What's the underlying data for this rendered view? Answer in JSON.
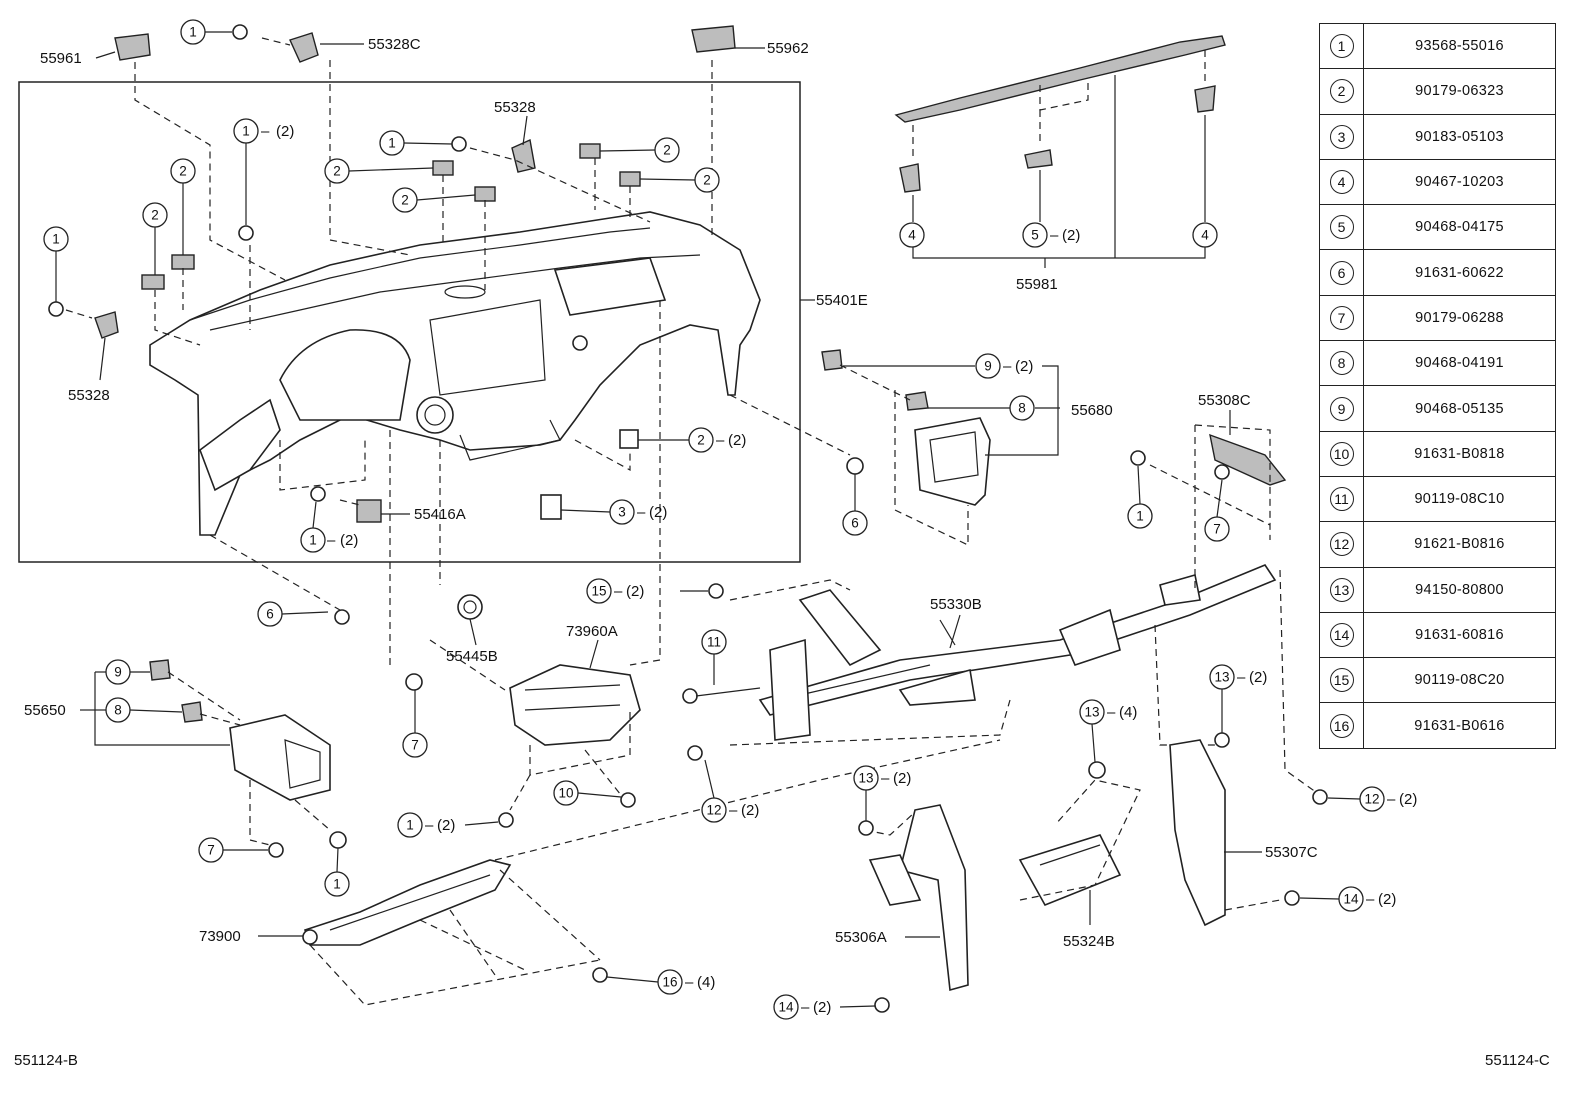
{
  "parts_table": [
    {
      "index": "1",
      "part_no": "93568-55016"
    },
    {
      "index": "2",
      "part_no": "90179-06323"
    },
    {
      "index": "3",
      "part_no": "90183-05103"
    },
    {
      "index": "4",
      "part_no": "90467-10203"
    },
    {
      "index": "5",
      "part_no": "90468-04175"
    },
    {
      "index": "6",
      "part_no": "91631-60622"
    },
    {
      "index": "7",
      "part_no": "90179-06288"
    },
    {
      "index": "8",
      "part_no": "90468-04191"
    },
    {
      "index": "9",
      "part_no": "90468-05135"
    },
    {
      "index": "10",
      "part_no": "91631-B0818"
    },
    {
      "index": "11",
      "part_no": "90119-08C10"
    },
    {
      "index": "12",
      "part_no": "91621-B0816"
    },
    {
      "index": "13",
      "part_no": "94150-80800"
    },
    {
      "index": "14",
      "part_no": "91631-60816"
    },
    {
      "index": "15",
      "part_no": "90119-08C20"
    },
    {
      "index": "16",
      "part_no": "91631-B0616"
    }
  ],
  "part_labels": {
    "p55961": "55961",
    "p55328c": "55328C",
    "p55962": "55962",
    "p55328_top": "55328",
    "p55328_left": "55328",
    "p55401e": "55401E",
    "p55416a": "55416A",
    "p55445b": "55445B",
    "p73960a": "73960A",
    "p55650": "55650",
    "p73900": "73900",
    "p55981": "55981",
    "p55680": "55680",
    "p55308c": "55308C",
    "p55330b": "55330B",
    "p55307c": "55307C",
    "p55324b": "55324B",
    "p55306a": "55306A"
  },
  "callouts": {
    "qty2": "(2)",
    "qty4": "(4)"
  },
  "footer": {
    "left": "551124-B",
    "right": "551124-C"
  }
}
